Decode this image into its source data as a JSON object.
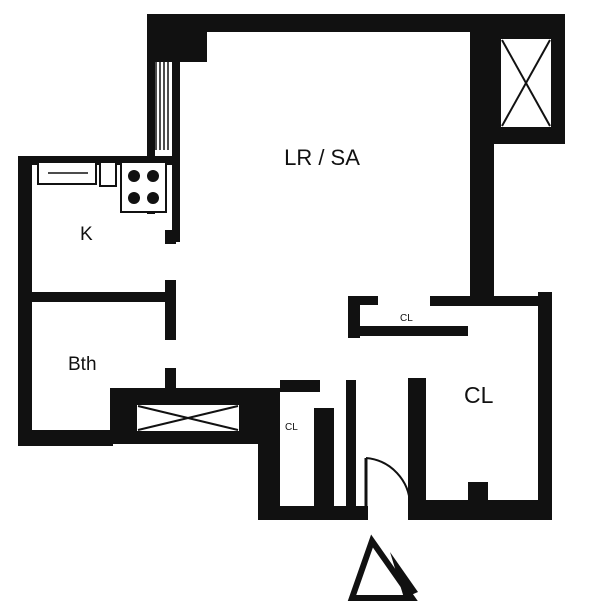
{
  "rooms": {
    "living": "LR / SA",
    "kitchen": "K",
    "bath": "Bth",
    "closet_large": "CL",
    "closet_small_top": "CL",
    "closet_small_entry": "CL"
  }
}
